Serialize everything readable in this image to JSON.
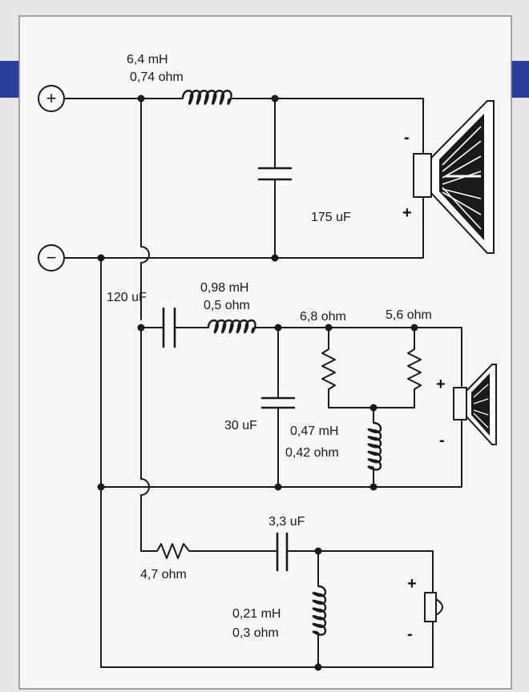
{
  "colors": {
    "page_background": "#e9e6ea",
    "panel": "#f7f6f9",
    "blue_band": "#2b3f9a",
    "line": "#1a1a1a"
  },
  "terminals": {
    "positive": "+",
    "negative": "−"
  },
  "woofer": {
    "inductor_value": "6,4 mH",
    "inductor_resistance": "0,74 ohm",
    "capacitor_value": "175 uF",
    "polarity_top": "-",
    "polarity_bottom": "+"
  },
  "midrange": {
    "series_capacitor_value": "120 uF",
    "inductor_value": "0,98 mH",
    "inductor_resistance": "0,5 ohm",
    "shunt_capacitor_value": "30 uF",
    "resistor_1_value": "6,8 ohm",
    "resistor_2_value": "5,6 ohm",
    "notch_inductor_value": "0,47 mH",
    "notch_inductor_resistance": "0,42 ohm",
    "polarity_top": "+",
    "polarity_bottom": "-"
  },
  "tweeter": {
    "capacitor_value": "3,3 uF",
    "resistor_value": "4,7 ohm",
    "inductor_value": "0,21 mH",
    "inductor_resistance": "0,3 ohm",
    "polarity_top": "+",
    "polarity_bottom": "-"
  }
}
